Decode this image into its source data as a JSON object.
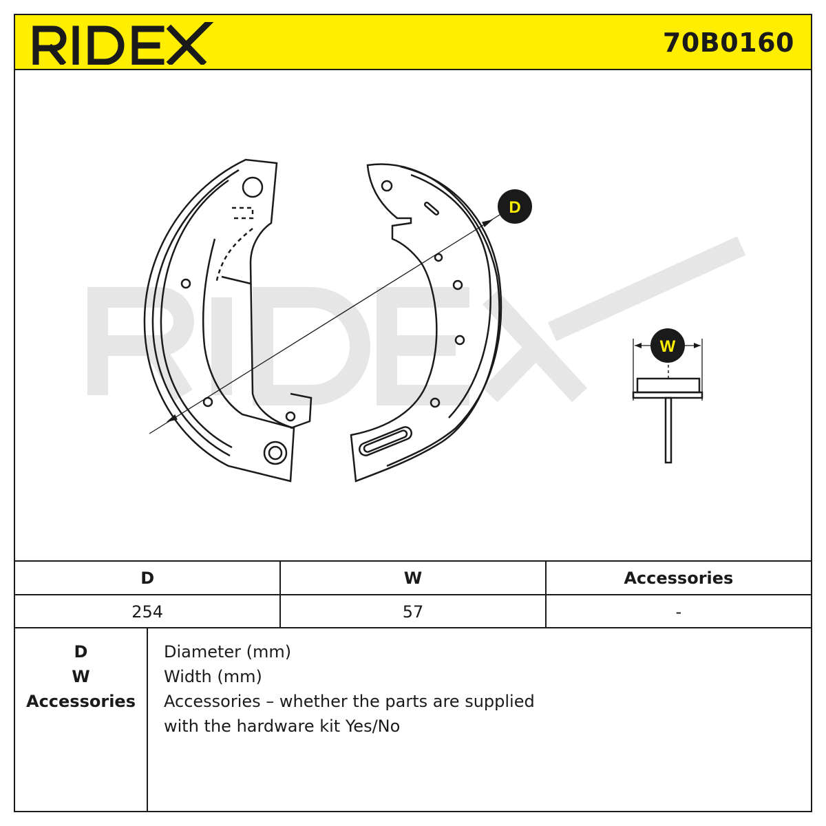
{
  "brand": "RIDEX",
  "part_number": "70B0160",
  "drawing": {
    "watermark": "RIDEX",
    "dimension_markers": [
      "D",
      "W"
    ]
  },
  "spec_table": {
    "headers": [
      "D",
      "W",
      "Accessories"
    ],
    "values": [
      "254",
      "57",
      "-"
    ]
  },
  "legend": {
    "keys": [
      "D",
      "W",
      "Accessories"
    ],
    "descriptions": [
      "Diameter (mm)",
      "Width (mm)",
      "Accessories – whether the parts are supplied",
      "with the hardware kit Yes/No"
    ]
  },
  "colors": {
    "header_bg": "#ffee00",
    "marker_bg": "#1a1a1a",
    "marker_text": "#ffee00",
    "watermark": "#e6e6e6"
  }
}
